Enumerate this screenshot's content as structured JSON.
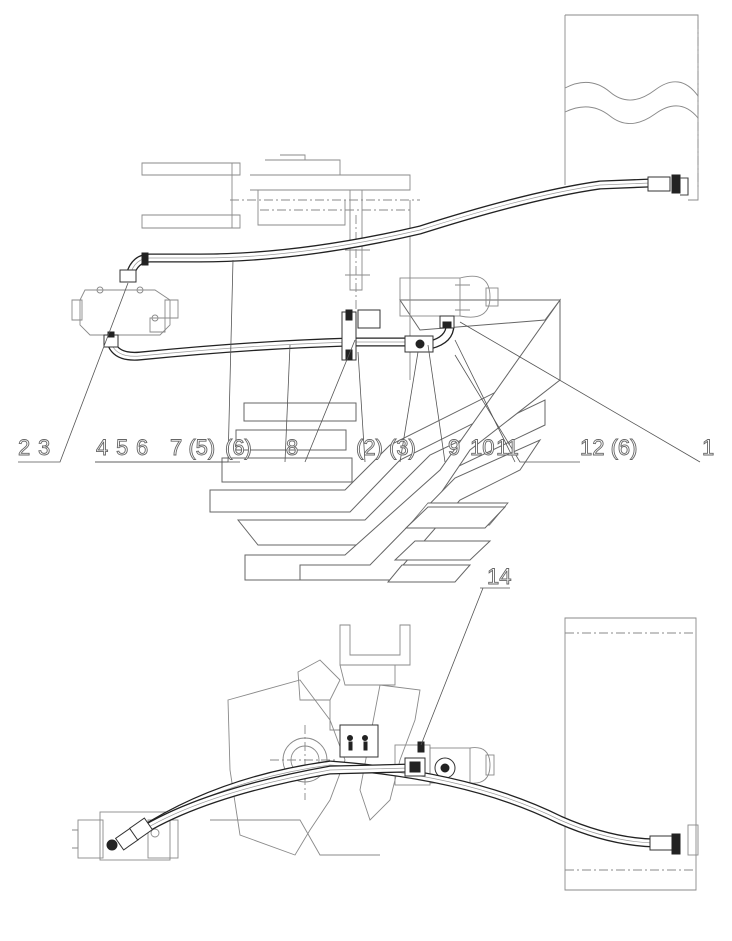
{
  "drawing": {
    "callouts_top": [
      {
        "id": "c-2",
        "text": "2"
      },
      {
        "id": "c-3",
        "text": "3"
      },
      {
        "id": "c-4",
        "text": "4"
      },
      {
        "id": "c-5",
        "text": "5"
      },
      {
        "id": "c-6",
        "text": "6"
      },
      {
        "id": "c-7-5",
        "text": "7 (5)"
      },
      {
        "id": "c-6b",
        "text": "(6)"
      },
      {
        "id": "c-8",
        "text": "8"
      },
      {
        "id": "c-2-3",
        "text": "(2) (3)"
      },
      {
        "id": "c-9",
        "text": "9"
      },
      {
        "id": "c-10",
        "text": "10"
      },
      {
        "id": "c-11",
        "text": "11"
      },
      {
        "id": "c-12-6",
        "text": "12 (6)"
      },
      {
        "id": "c-1",
        "text": "1"
      }
    ],
    "callout_bottom": {
      "id": "c-14",
      "text": "14"
    }
  }
}
